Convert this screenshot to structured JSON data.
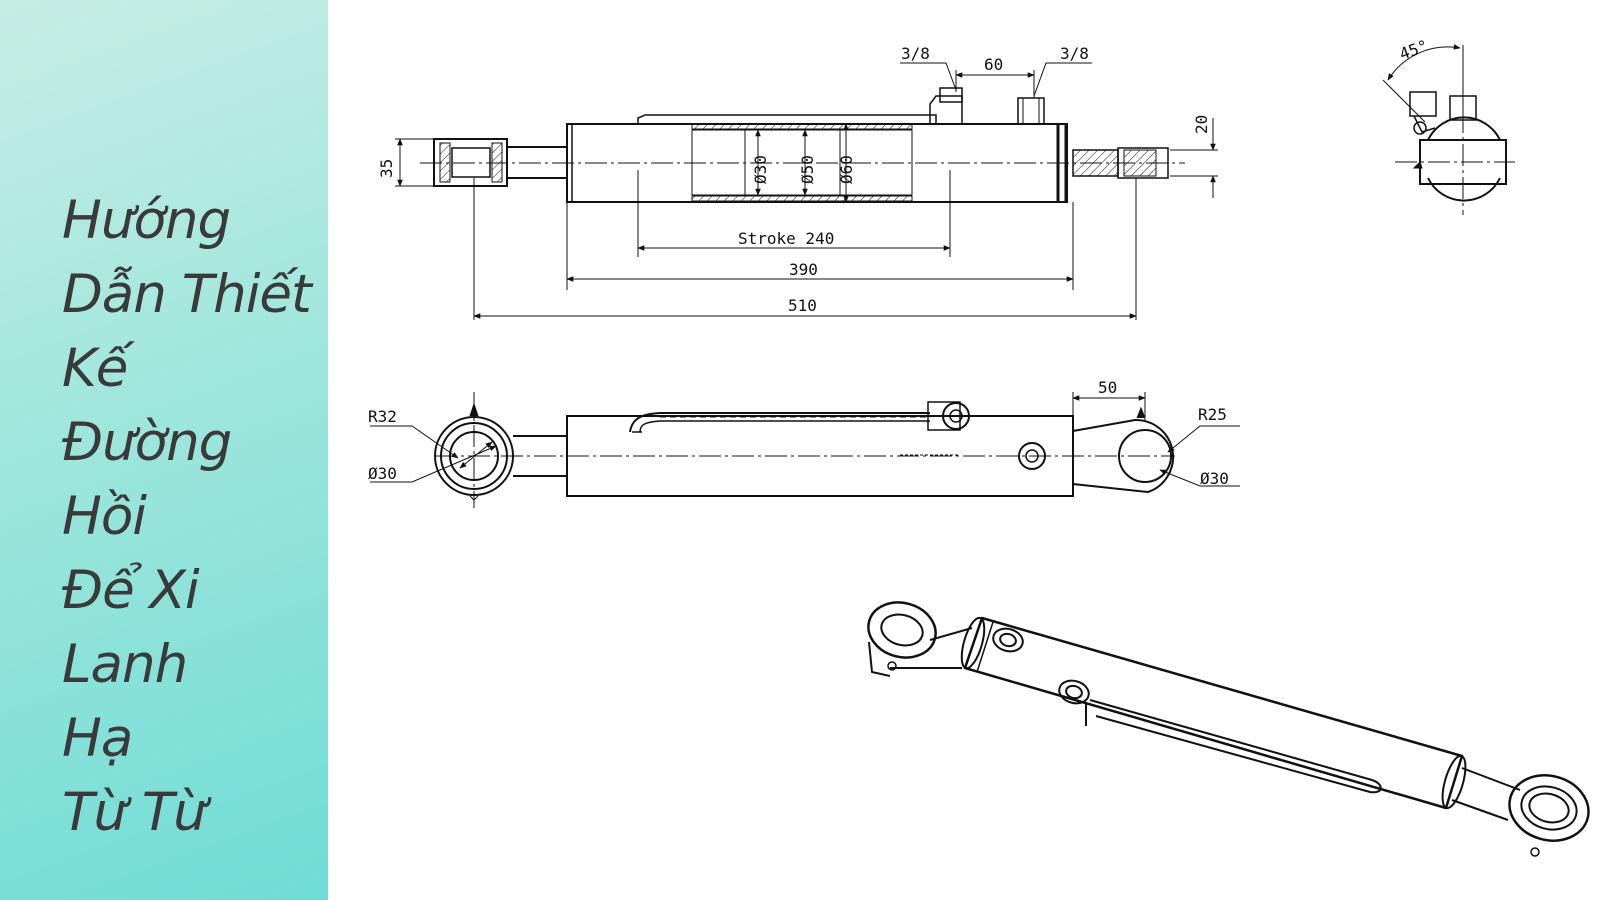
{
  "title_lines": [
    "Hướng",
    "Dẫn Thiết",
    "Kế",
    "Đường",
    "Hồi",
    "Để Xi",
    "Lanh",
    "Hạ",
    "Từ Từ"
  ],
  "dimensions": {
    "port_left": "3/8",
    "port_spacing": "60",
    "port_right": "3/8",
    "rod_end_height": "35",
    "rod_height": "20",
    "dia_rod": "Ø30",
    "dia_piston": "Ø50",
    "dia_bore": "Ø60",
    "stroke": "Stroke 240",
    "body_length": "390",
    "total_length": "510",
    "angle": "45°",
    "radius_left": "R32",
    "dia_left": "Ø30",
    "offset_50": "50",
    "radius_right": "R25",
    "dia_right": "Ø30"
  },
  "colors": {
    "panel_top": "#c7ede4",
    "panel_bottom": "#6fdcd6",
    "title": "#3a3a3a",
    "line": "#111111"
  }
}
